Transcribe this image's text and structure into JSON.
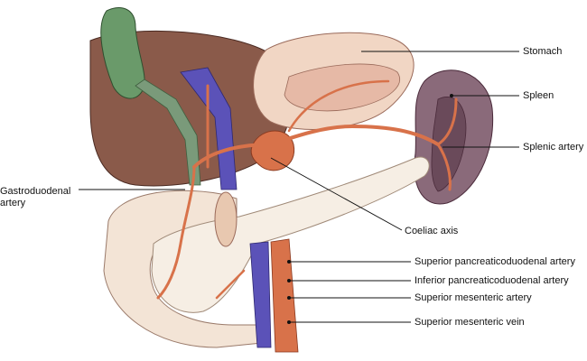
{
  "labels": {
    "stomach": "Stomach",
    "spleen": "Spleen",
    "splenic_artery": "Splenic artery",
    "gastroduodenal_artery": "Gastroduodenal\nartery",
    "coeliac_axis": "Coeliac axis",
    "superior_pancreaticoduodenal_artery": "Superior pancreaticoduodenal artery",
    "inferior_pancreaticoduodenal_artery": "Inferior pancreaticoduodenal artery",
    "superior_mesenteric_artery": "Superior mesenteric artery",
    "superior_mesenteric_vein": "Superior mesenteric vein"
  },
  "colors": {
    "liver": "#8a5a4a",
    "stomach": "#f1d6c4",
    "spleen": "#8a6a7a",
    "pancreas": "#f6eee4",
    "duodenum": "#f3e4d6",
    "artery": "#d8724a",
    "vein": "#5b52b8",
    "gallbladder": "#6a9a6a",
    "bile_duct": "#7a9a7a"
  }
}
